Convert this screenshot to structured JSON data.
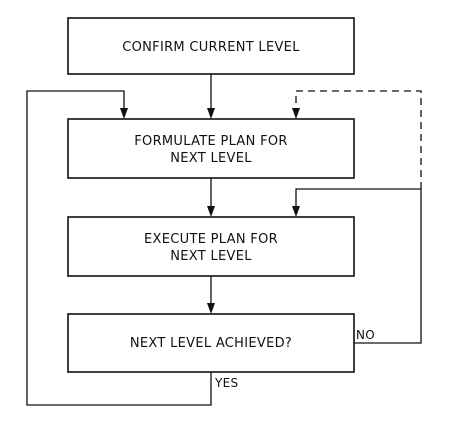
{
  "flowchart": {
    "step_confirm": "CONFIRM CURRENT LEVEL",
    "step_formulate_line1": "FORMULATE PLAN FOR",
    "step_formulate_line2": "NEXT LEVEL",
    "step_execute_line1": "EXECUTE PLAN FOR",
    "step_execute_line2": "NEXT LEVEL",
    "decision": "NEXT LEVEL ACHIEVED?",
    "no_label": "NO",
    "yes_label": "YES"
  }
}
